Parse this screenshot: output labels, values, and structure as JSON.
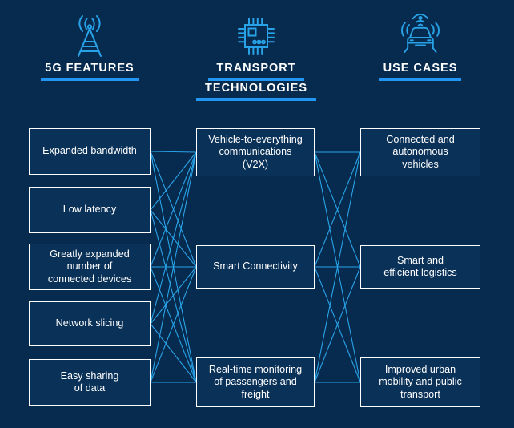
{
  "diagram": {
    "title": "5G features, transport technologies and use cases",
    "background_color": "#072b4f",
    "accent_color": "#2196f3",
    "link_color": "#29a3e8",
    "box_border_color": "#ffffff",
    "text_color": "#ffffff"
  },
  "columns": [
    {
      "id": "features",
      "icon": "cell-tower-icon",
      "heading_lines": [
        "5G FEATURES"
      ],
      "items": [
        {
          "id": "expanded-bandwidth",
          "label": "Expanded bandwidth"
        },
        {
          "id": "low-latency",
          "label": "Low latency"
        },
        {
          "id": "connected-devices",
          "label": "Greatly expanded\nnumber of\nconnected devices"
        },
        {
          "id": "network-slicing",
          "label": "Network slicing"
        },
        {
          "id": "easy-sharing",
          "label": "Easy sharing\nof data"
        }
      ]
    },
    {
      "id": "technologies",
      "icon": "microchip-icon",
      "heading_lines": [
        "TRANSPORT",
        "TECHNOLOGIES"
      ],
      "items": [
        {
          "id": "v2x",
          "label": "Vehicle-to-everything\ncommunications\n(V2X)"
        },
        {
          "id": "smart-connectivity",
          "label": "Smart Connectivity"
        },
        {
          "id": "real-time-monitoring",
          "label": "Real-time monitoring\nof passengers and\nfreight"
        }
      ]
    },
    {
      "id": "use-cases",
      "icon": "connected-car-icon",
      "heading_lines": [
        "USE CASES"
      ],
      "items": [
        {
          "id": "autonomous-vehicles",
          "label": "Connected and\nautonomous\nvehicles"
        },
        {
          "id": "smart-logistics",
          "label": "Smart and\nefficient logistics"
        },
        {
          "id": "urban-mobility",
          "label": "Improved urban\nmobility and public\ntransport"
        }
      ]
    }
  ],
  "links": {
    "left_to_middle": [
      [
        0,
        0
      ],
      [
        0,
        1
      ],
      [
        0,
        2
      ],
      [
        1,
        0
      ],
      [
        1,
        1
      ],
      [
        1,
        2
      ],
      [
        2,
        0
      ],
      [
        2,
        1
      ],
      [
        2,
        2
      ],
      [
        3,
        0
      ],
      [
        3,
        1
      ],
      [
        3,
        2
      ],
      [
        4,
        0
      ],
      [
        4,
        1
      ],
      [
        4,
        2
      ]
    ],
    "middle_to_right": [
      [
        0,
        0
      ],
      [
        0,
        1
      ],
      [
        0,
        2
      ],
      [
        1,
        0
      ],
      [
        1,
        1
      ],
      [
        1,
        2
      ],
      [
        2,
        0
      ],
      [
        2,
        1
      ],
      [
        2,
        2
      ]
    ]
  }
}
